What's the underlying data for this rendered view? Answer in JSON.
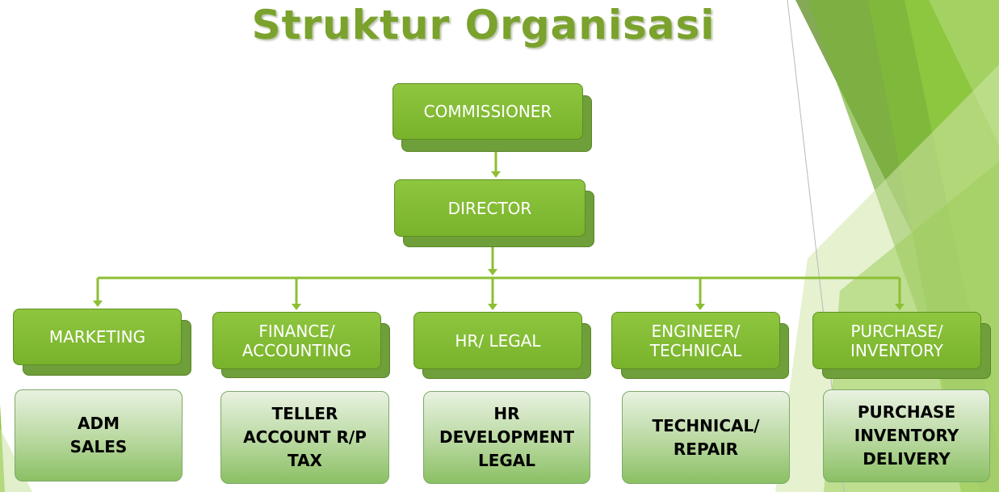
{
  "title": "Struktur Organisasi",
  "colors": {
    "accent": "#8ec63f",
    "title": "#7aa22c",
    "connector": "#8dbf33"
  },
  "top": {
    "commissioner": "COMMISSIONER",
    "director": "DIRECTOR"
  },
  "departments": [
    {
      "label": "MARKETING",
      "sub": "ADM\nSALES"
    },
    {
      "label": "FINANCE/\nACCOUNTING",
      "sub": "TELLER\nACCOUNT R/P\nTAX"
    },
    {
      "label": "HR/ LEGAL",
      "sub": "HR\nDEVELOPMENT\nLEGAL"
    },
    {
      "label": "ENGINEER/\nTECHNICAL",
      "sub": "TECHNICAL/\nREPAIR"
    },
    {
      "label": "PURCHASE/\nINVENTORY",
      "sub": "PURCHASE\nINVENTORY\nDELIVERY"
    }
  ]
}
